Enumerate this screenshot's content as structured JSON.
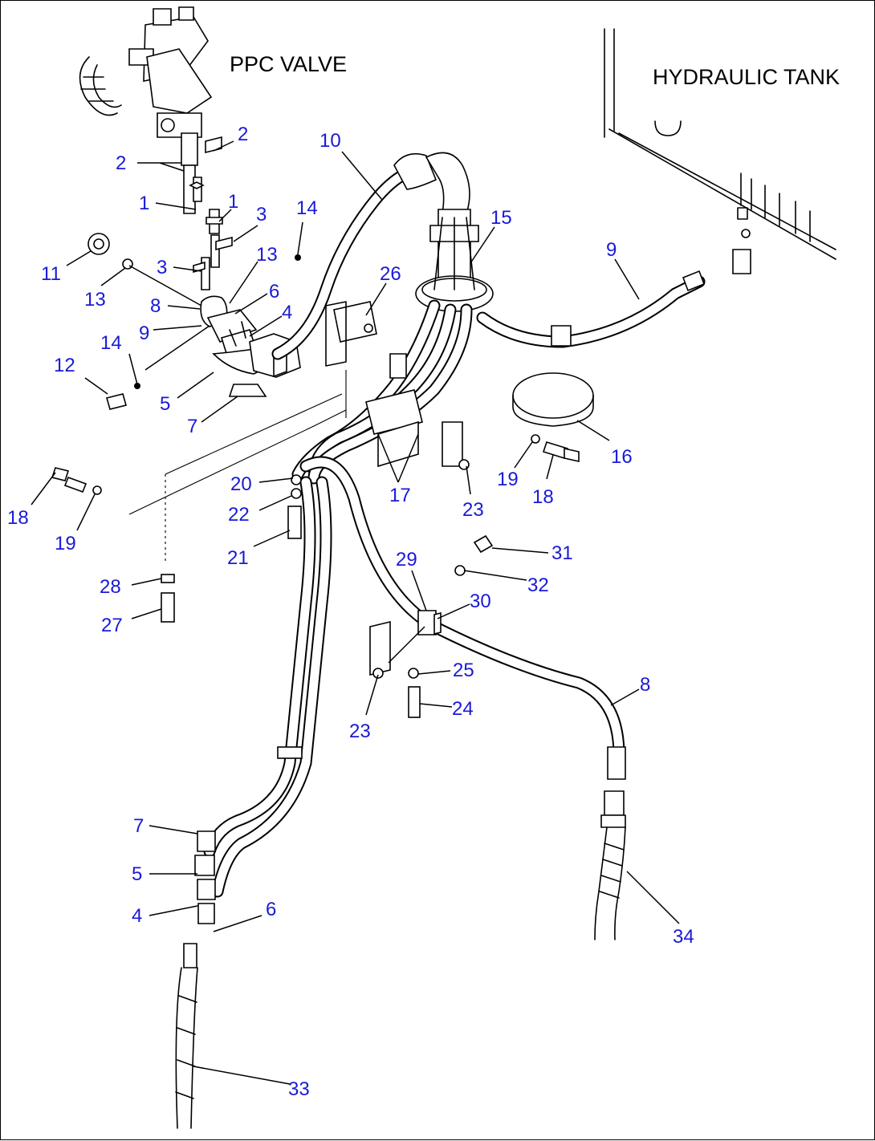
{
  "titles": {
    "ppc_valve": "PPC VALVE",
    "hydraulic_tank": "HYDRAULIC TANK"
  },
  "callouts": [
    {
      "id": "c1a",
      "text": "1"
    },
    {
      "id": "c1b",
      "text": "1"
    },
    {
      "id": "c2a",
      "text": "2"
    },
    {
      "id": "c2b",
      "text": "2"
    },
    {
      "id": "c3a",
      "text": "3"
    },
    {
      "id": "c3b",
      "text": "3"
    },
    {
      "id": "c4a",
      "text": "4"
    },
    {
      "id": "c4b",
      "text": "4"
    },
    {
      "id": "c5a",
      "text": "5"
    },
    {
      "id": "c5b",
      "text": "5"
    },
    {
      "id": "c6a",
      "text": "6"
    },
    {
      "id": "c6b",
      "text": "6"
    },
    {
      "id": "c7a",
      "text": "7"
    },
    {
      "id": "c7b",
      "text": "7"
    },
    {
      "id": "c8a",
      "text": "8"
    },
    {
      "id": "c8b",
      "text": "8"
    },
    {
      "id": "c9a",
      "text": "9"
    },
    {
      "id": "c9b",
      "text": "9"
    },
    {
      "id": "c10",
      "text": "10"
    },
    {
      "id": "c11",
      "text": "11"
    },
    {
      "id": "c12",
      "text": "12"
    },
    {
      "id": "c13a",
      "text": "13"
    },
    {
      "id": "c13b",
      "text": "13"
    },
    {
      "id": "c14a",
      "text": "14"
    },
    {
      "id": "c14b",
      "text": "14"
    },
    {
      "id": "c15",
      "text": "15"
    },
    {
      "id": "c16",
      "text": "16"
    },
    {
      "id": "c17",
      "text": "17"
    },
    {
      "id": "c18a",
      "text": "18"
    },
    {
      "id": "c18b",
      "text": "18"
    },
    {
      "id": "c19a",
      "text": "19"
    },
    {
      "id": "c19b",
      "text": "19"
    },
    {
      "id": "c20",
      "text": "20"
    },
    {
      "id": "c21",
      "text": "21"
    },
    {
      "id": "c22",
      "text": "22"
    },
    {
      "id": "c23a",
      "text": "23"
    },
    {
      "id": "c23b",
      "text": "23"
    },
    {
      "id": "c24",
      "text": "24"
    },
    {
      "id": "c25",
      "text": "25"
    },
    {
      "id": "c26",
      "text": "26"
    },
    {
      "id": "c27",
      "text": "27"
    },
    {
      "id": "c28",
      "text": "28"
    },
    {
      "id": "c29",
      "text": "29"
    },
    {
      "id": "c30",
      "text": "30"
    },
    {
      "id": "c31",
      "text": "31"
    },
    {
      "id": "c32",
      "text": "32"
    },
    {
      "id": "c33",
      "text": "33"
    },
    {
      "id": "c34",
      "text": "34"
    }
  ],
  "colors": {
    "callout": "#1a1ad6",
    "line": "#000000"
  }
}
